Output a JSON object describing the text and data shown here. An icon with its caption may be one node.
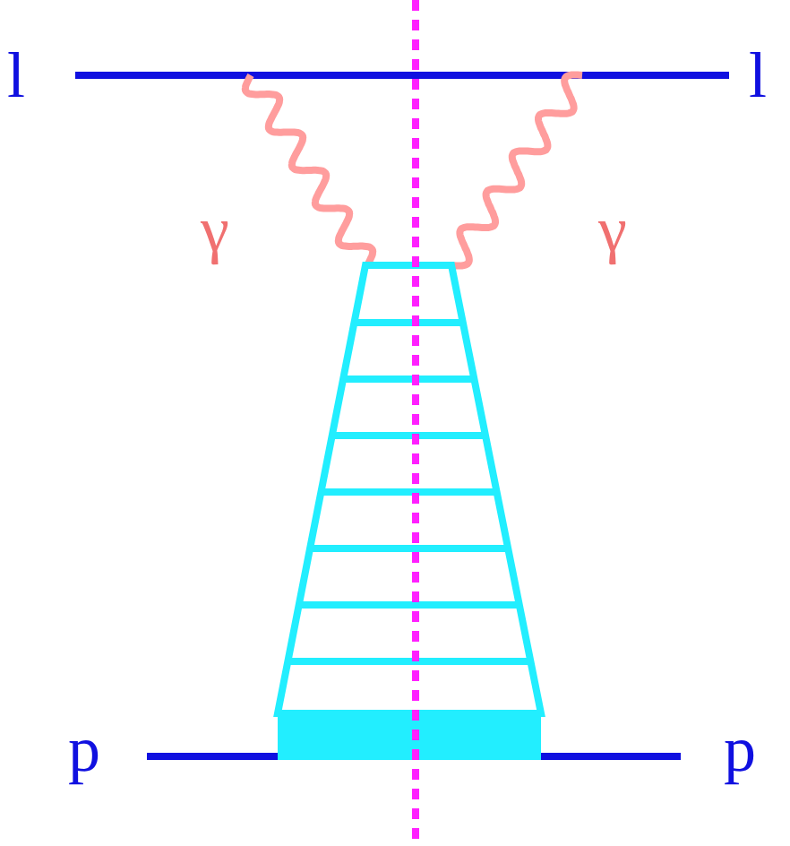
{
  "diagram": {
    "labels": [
      "l",
      "l",
      "γ",
      "γ",
      "p",
      "p"
    ]
  }
}
